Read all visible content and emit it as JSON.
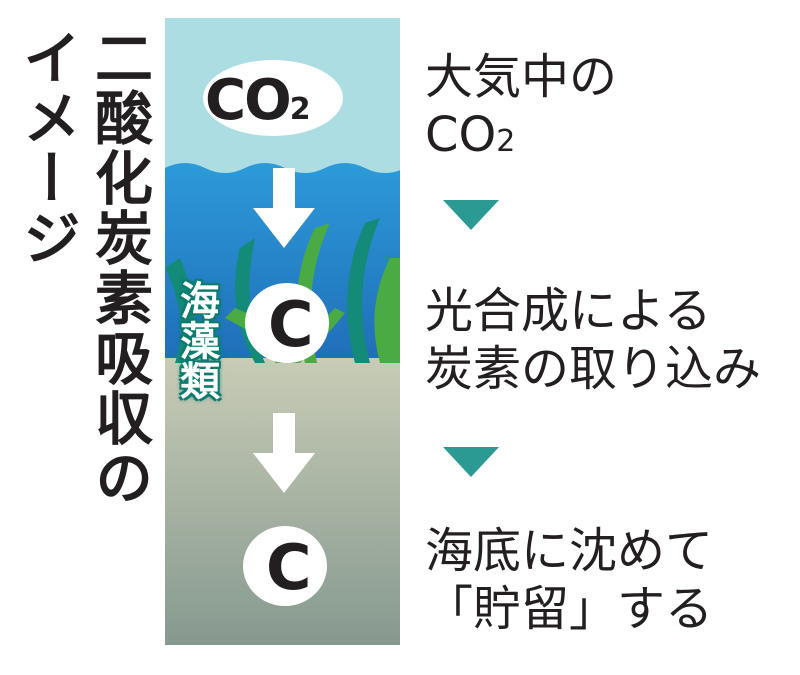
{
  "title": {
    "line1": "二酸化炭素吸収の",
    "line2": "イメージ"
  },
  "diagram": {
    "co2": "CO",
    "co2_sub": "2",
    "carbon1": "C",
    "carbon2": "C",
    "seaweed_label": "海藻類"
  },
  "steps": [
    {
      "line1": "大気中の",
      "line2": "CO",
      "line2_sub": "2"
    },
    {
      "line1": "光合成による",
      "line2": "炭素の取り込み"
    },
    {
      "line1": "海底に沈めて",
      "line2": "「貯留」する"
    }
  ],
  "colors": {
    "sky": "#a9dde3",
    "water": "#2f8fd0",
    "seabed": "#b9c3ad",
    "seaweed": "#4aab45",
    "arrow": "#2a9a92"
  }
}
